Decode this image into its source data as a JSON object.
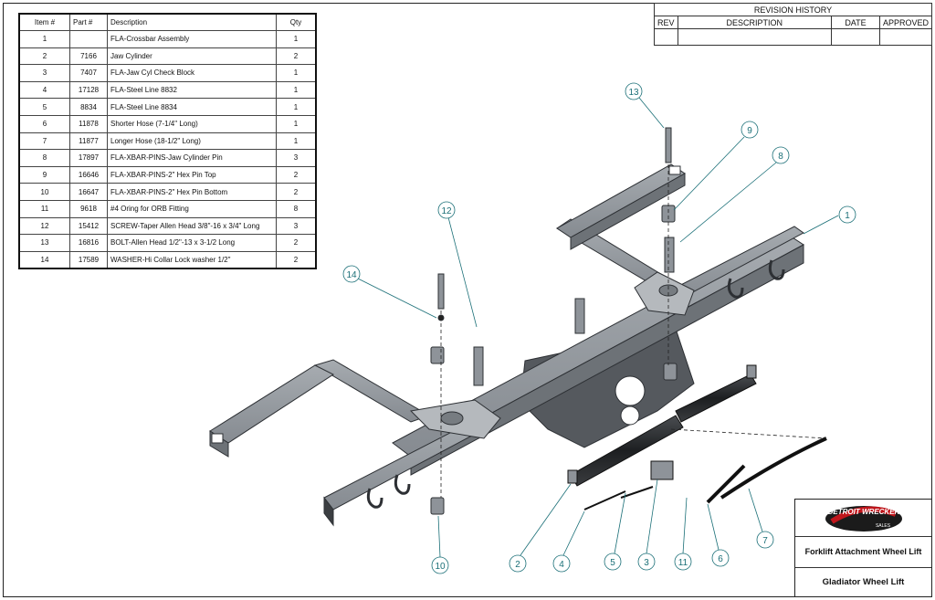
{
  "parts_list": {
    "headers": {
      "item": "Item #",
      "part": "Part #",
      "description": "Description",
      "qty": "Qty"
    },
    "rows": [
      {
        "item": "1",
        "part": "",
        "description": "FLA-Crossbar Assembly",
        "qty": "1"
      },
      {
        "item": "2",
        "part": "7166",
        "description": "Jaw Cylinder",
        "qty": "2"
      },
      {
        "item": "3",
        "part": "7407",
        "description": "FLA-Jaw Cyl Check Block",
        "qty": "1"
      },
      {
        "item": "4",
        "part": "17128",
        "description": "FLA-Steel Line 8832",
        "qty": "1"
      },
      {
        "item": "5",
        "part": "8834",
        "description": "FLA-Steel Line 8834",
        "qty": "1"
      },
      {
        "item": "6",
        "part": "11878",
        "description": "Shorter Hose (7-1/4\" Long)",
        "qty": "1"
      },
      {
        "item": "7",
        "part": "11877",
        "description": "Longer Hose (18-1/2\" Long)",
        "qty": "1"
      },
      {
        "item": "8",
        "part": "17897",
        "description": "FLA-XBAR-PINS-Jaw Cylinder Pin",
        "qty": "3"
      },
      {
        "item": "9",
        "part": "16646",
        "description": "FLA-XBAR-PINS-2\" Hex Pin Top",
        "qty": "2"
      },
      {
        "item": "10",
        "part": "16647",
        "description": "FLA-XBAR-PINS-2\" Hex Pin Bottom",
        "qty": "2"
      },
      {
        "item": "11",
        "part": "9618",
        "description": "#4 Oring for ORB Fitting",
        "qty": "8"
      },
      {
        "item": "12",
        "part": "15412",
        "description": "SCREW-Taper Allen Head 3/8\"-16 x 3/4\" Long",
        "qty": "3"
      },
      {
        "item": "13",
        "part": "16816",
        "description": "BOLT-Allen Head 1/2\"-13 x 3-1/2 Long",
        "qty": "2"
      },
      {
        "item": "14",
        "part": "17589",
        "description": "WASHER-Hi Collar Lock washer 1/2\"",
        "qty": "2"
      }
    ]
  },
  "revision_history": {
    "title": "REVISION HISTORY",
    "columns": {
      "rev": "REV",
      "description": "DESCRIPTION",
      "date": "DATE",
      "approved": "APPROVED"
    }
  },
  "title_block": {
    "logo_text": "DETROIT WRECKER",
    "logo_sub": "SALES",
    "title1": "Forklift Attachment Wheel Lift",
    "title2": "Gladiator Wheel Lift"
  },
  "callouts": {
    "c1": "1",
    "c2": "2",
    "c3": "3",
    "c4": "4",
    "c5": "5",
    "c6": "6",
    "c7": "7",
    "c8": "8",
    "c9": "9",
    "c10": "10",
    "c11": "11",
    "c12": "12",
    "c13": "13",
    "c14": "14"
  },
  "colors": {
    "callout": "#1a6f77",
    "steel": "#8e9399",
    "steel_dark": "#5c6167",
    "cylinder": "#2a2c2f"
  }
}
